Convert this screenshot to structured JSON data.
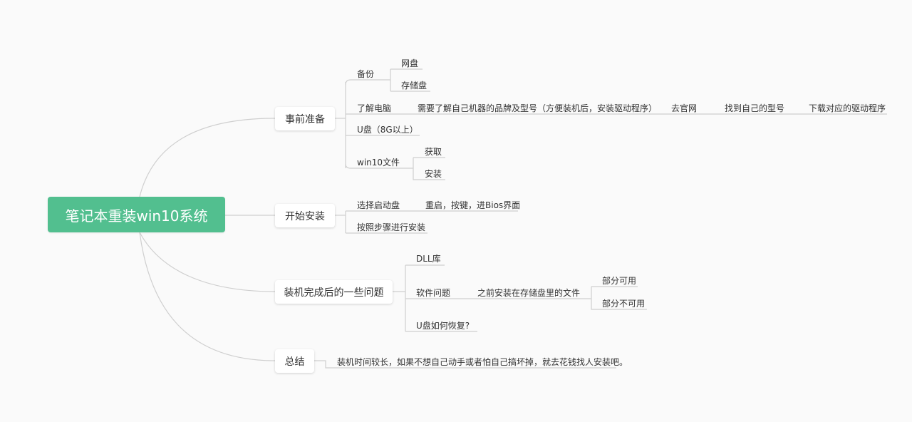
{
  "root": "笔记本重装win10系统",
  "colors": {
    "root_fill": "#52bf8f",
    "line": "#cfcfcf",
    "background": "#fafafa"
  },
  "branches": [
    {
      "label": "事前准备",
      "children": [
        {
          "label": "备份",
          "children": [
            {
              "label": "网盘"
            },
            {
              "label": "存储盘"
            }
          ]
        },
        {
          "label": "了解电脑",
          "children": [
            {
              "label": "需要了解自己机器的品牌及型号（方便装机后，安装驱动程序）",
              "children": [
                {
                  "label": "去官网",
                  "children": [
                    {
                      "label": "找到自己的型号",
                      "children": [
                        {
                          "label": "下载对应的驱动程序"
                        }
                      ]
                    }
                  ]
                }
              ]
            }
          ]
        },
        {
          "label": "U盘（8G以上）"
        },
        {
          "label": "win10文件",
          "children": [
            {
              "label": "获取"
            },
            {
              "label": "安装"
            }
          ]
        }
      ]
    },
    {
      "label": "开始安装",
      "children": [
        {
          "label": "选择启动盘",
          "children": [
            {
              "label": "重启，按键，进Bios界面"
            }
          ]
        },
        {
          "label": "按照步骤进行安装"
        }
      ]
    },
    {
      "label": "装机完成后的一些问题",
      "children": [
        {
          "label": "DLL库"
        },
        {
          "label": "软件问题",
          "children": [
            {
              "label": "之前安装在存储盘里的文件",
              "children": [
                {
                  "label": "部分可用"
                },
                {
                  "label": "部分不可用"
                }
              ]
            }
          ]
        },
        {
          "label": "U盘如何恢复?"
        }
      ]
    },
    {
      "label": "总结",
      "children": [
        {
          "label": "装机时间较长，如果不想自己动手或者怕自己搞坏掉，就去花钱找人安装吧。"
        }
      ]
    }
  ]
}
